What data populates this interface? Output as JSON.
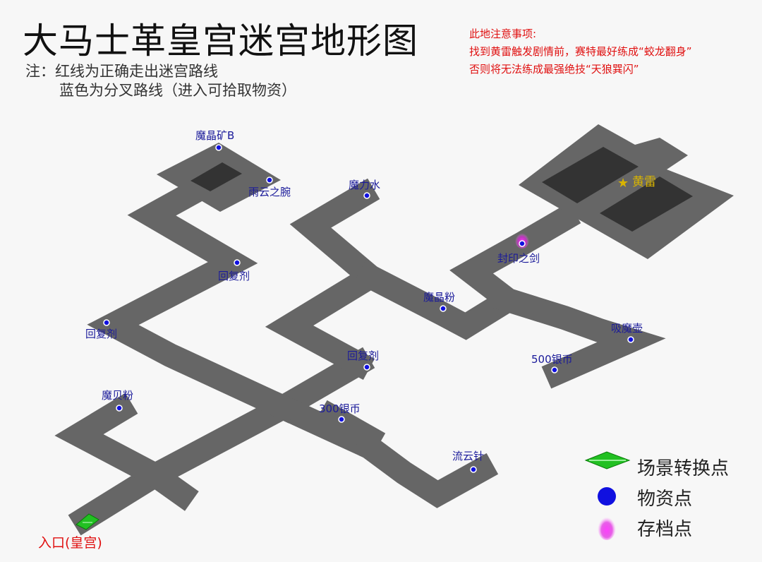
{
  "title": "大马士革皇宫迷宫地形图",
  "note": {
    "line1": "注：红线为正确走出迷宫路线",
    "line2": "蓝色为分叉路线（进入可拾取物资）"
  },
  "warning": {
    "heading": "此地注意事项:",
    "line1": "找到黄雷触发剧情前，赛特最好练成“蛟龙翻身”",
    "line2": "否则将无法练成最强绝技“天狼巽闪”"
  },
  "items": [
    {
      "label": "魔晶矿B"
    },
    {
      "label": "雨云之腕"
    },
    {
      "label": "魔力水"
    },
    {
      "label": "回复剂"
    },
    {
      "label": "封印之剑"
    },
    {
      "label": "魔晶粉"
    },
    {
      "label": "回复剂"
    },
    {
      "label": "吸魔壶"
    },
    {
      "label": "回复剂"
    },
    {
      "label": "500银币"
    },
    {
      "label": "魔贝粉"
    },
    {
      "label": "300银币"
    },
    {
      "label": "流云针"
    }
  ],
  "boss": {
    "label": "黄雷",
    "icon": "star-icon"
  },
  "entrance": {
    "label": "入口(皇宫)"
  },
  "legend": {
    "transfer": "场景转换点",
    "item": "物资点",
    "save": "存档点"
  },
  "colors": {
    "corridor": "#666666",
    "dark": "#333333",
    "item": "#1010e0",
    "label": "#1a1a9a",
    "warning": "#e01010",
    "boss": "#d8b400"
  }
}
